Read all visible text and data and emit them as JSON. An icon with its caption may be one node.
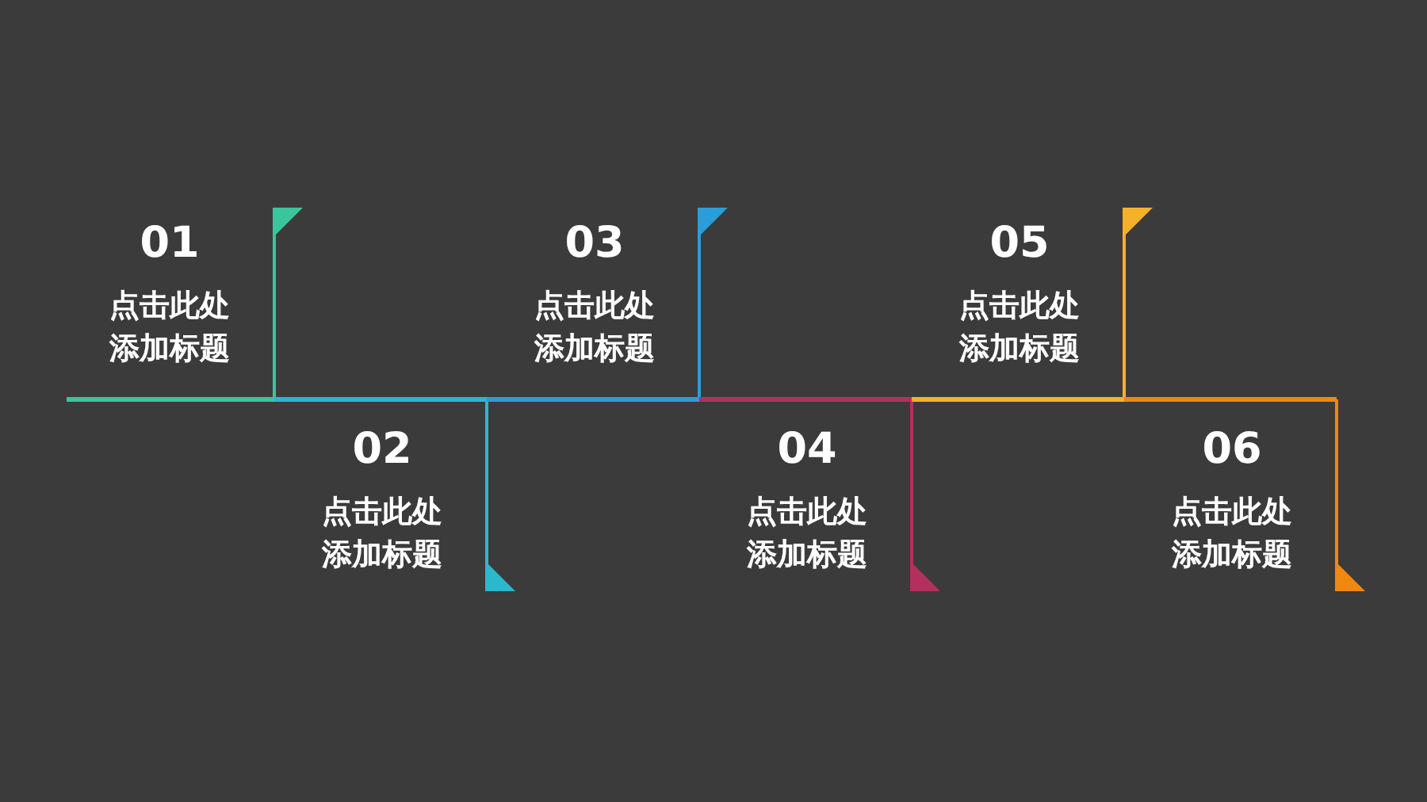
{
  "diagram": {
    "nodes": [
      {
        "text": [
          "01",
          "点击此处添加标题"
        ]
      },
      {
        "text": [
          "02",
          "点击此处添加标题"
        ]
      },
      {
        "text": [
          "03",
          "点击此处添加标题"
        ]
      },
      {
        "text": [
          "04",
          "点击此处添加标题"
        ]
      },
      {
        "text": [
          "05",
          "点击此处添加标题"
        ]
      },
      {
        "text": [
          "06",
          "点击此处添加标题"
        ]
      }
    ],
    "edges": []
  }
}
